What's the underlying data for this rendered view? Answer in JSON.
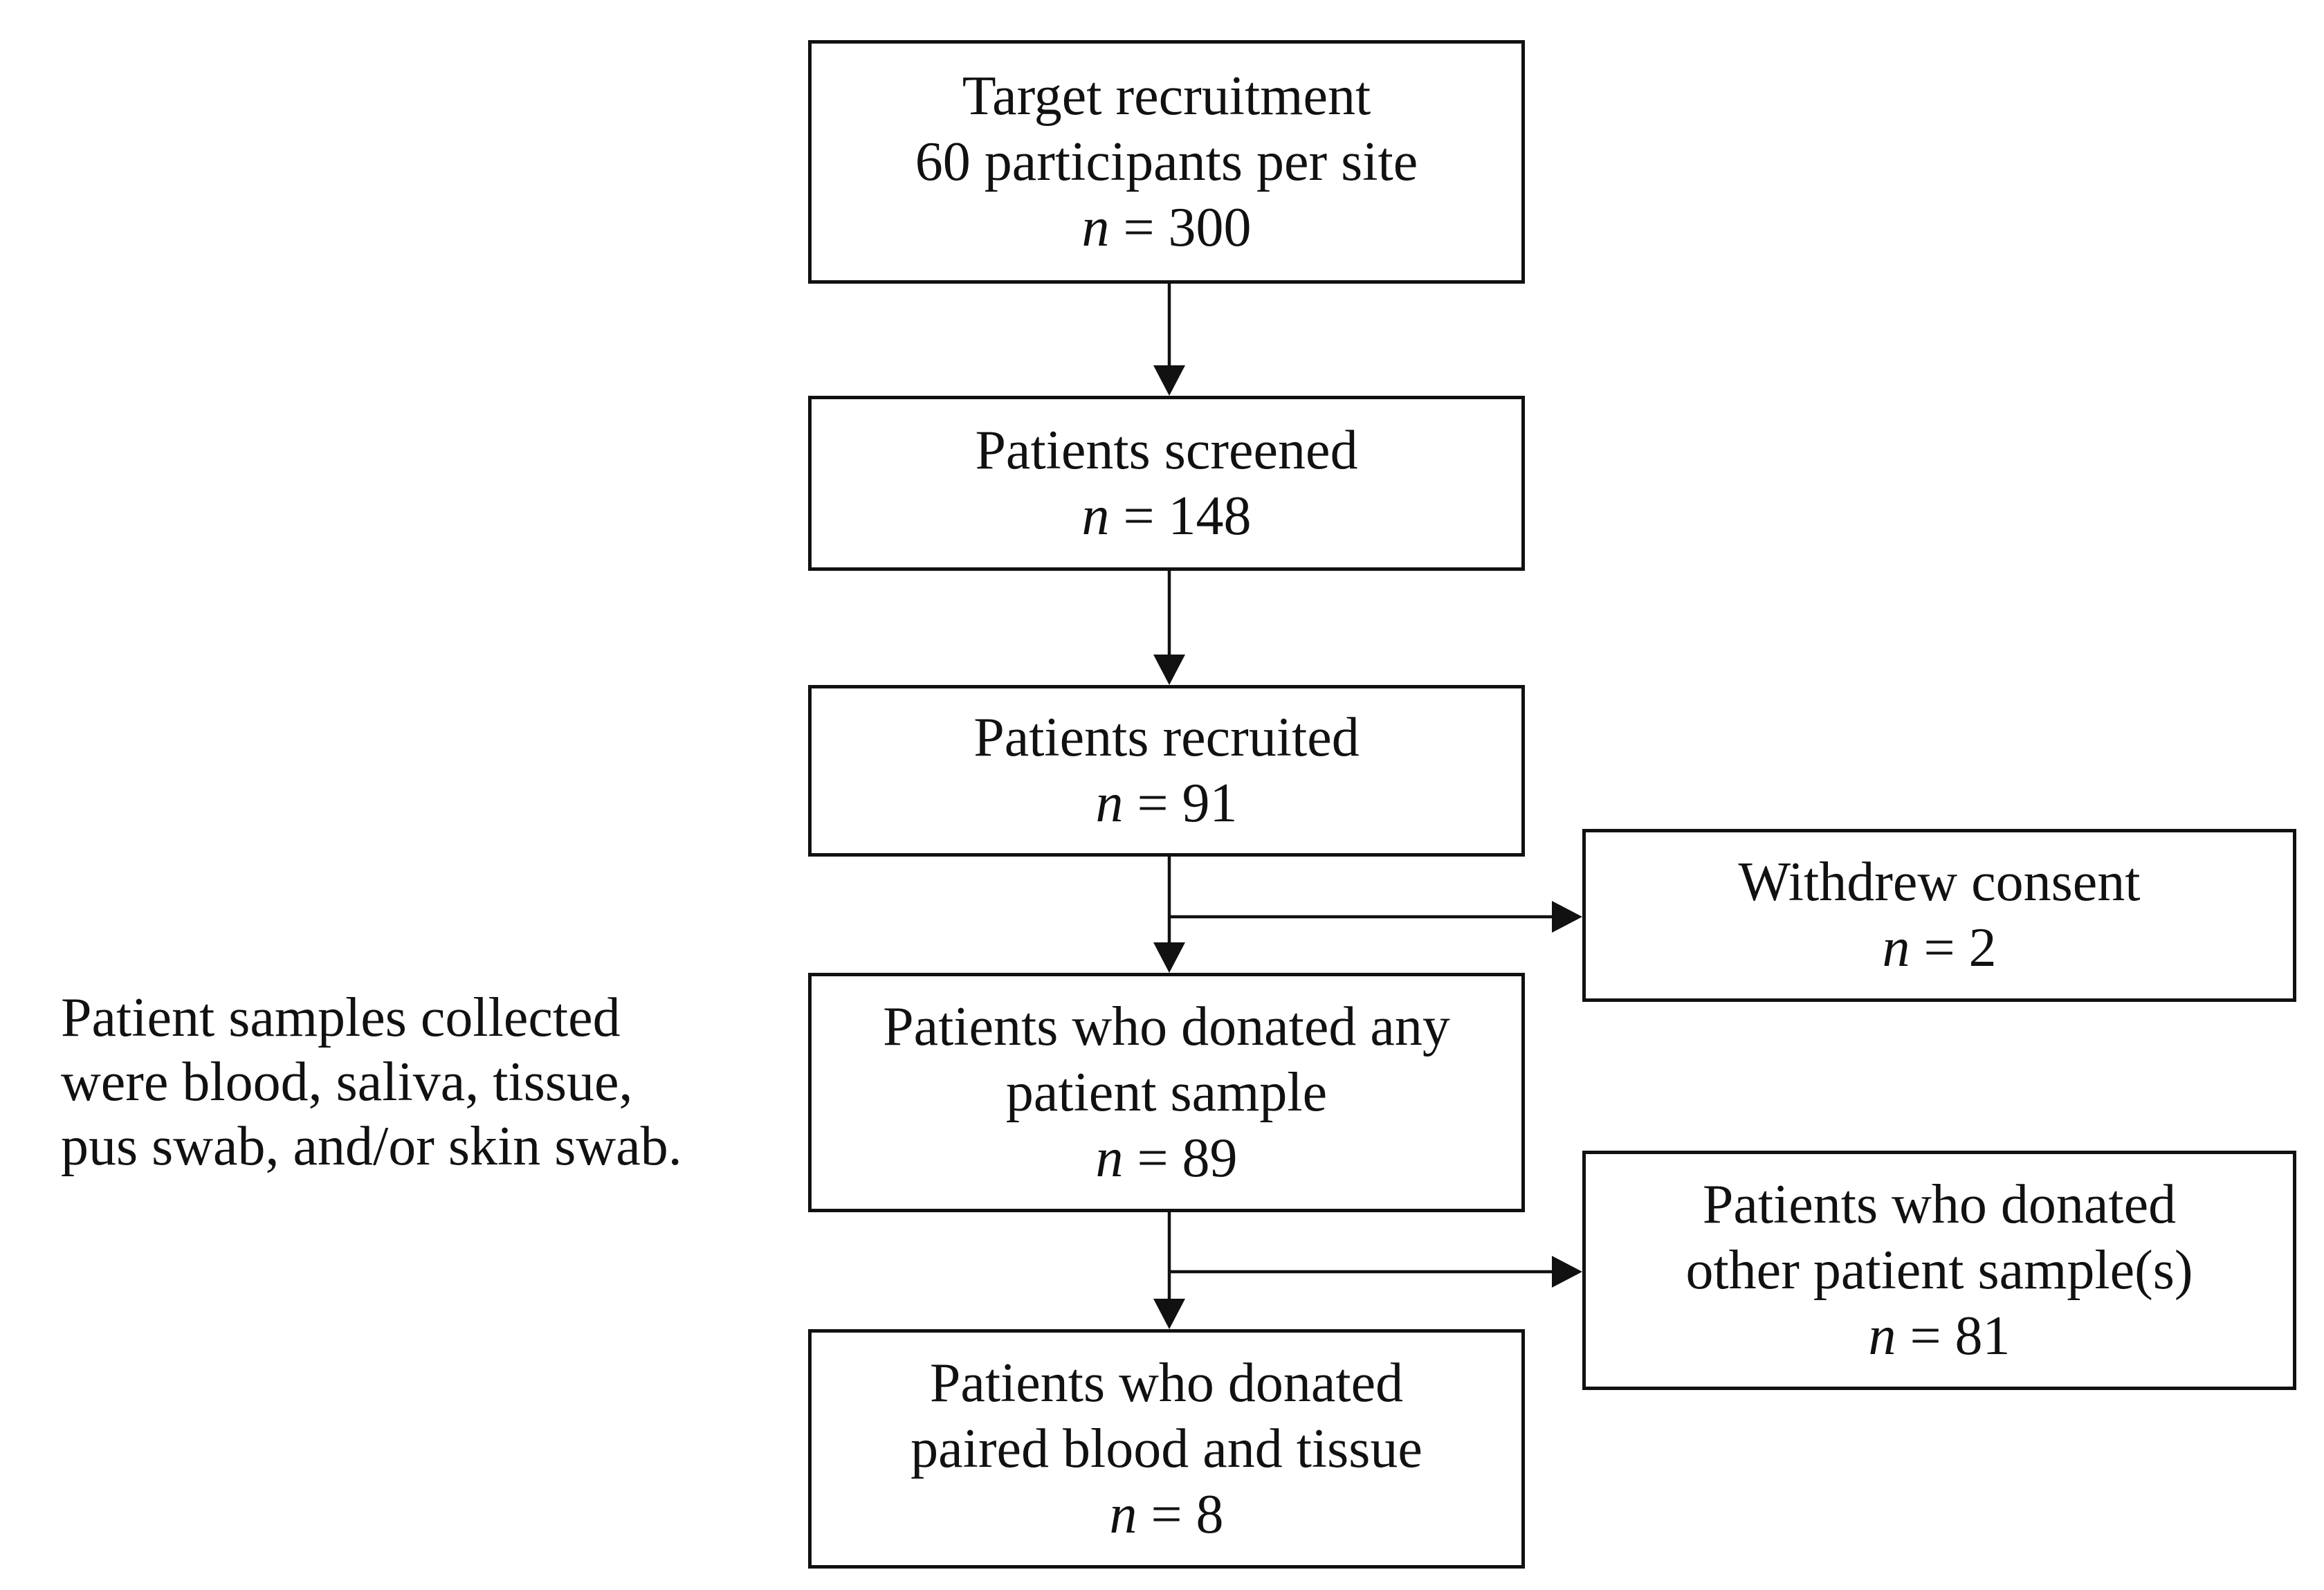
{
  "boxes": {
    "target": {
      "line1": "Target recruitment",
      "line2": "60 participants per site",
      "n_var": "n",
      "n_value": "= 300"
    },
    "screened": {
      "line1": "Patients screened",
      "n_var": "n",
      "n_value": "= 148"
    },
    "recruited": {
      "line1": "Patients recruited",
      "n_var": "n",
      "n_value": "= 91"
    },
    "withdrew": {
      "line1": "Withdrew consent",
      "n_var": "n",
      "n_value": "= 2"
    },
    "donated_any": {
      "line1": "Patients who donated any",
      "line2": "patient sample",
      "n_var": "n",
      "n_value": "= 89"
    },
    "donated_other": {
      "line1": "Patients who donated",
      "line2": "other patient sample(s)",
      "n_var": "n",
      "n_value": "= 81"
    },
    "donated_paired": {
      "line1": "Patients who donated",
      "line2": "paired blood and tissue",
      "n_var": "n",
      "n_value": "= 8"
    }
  },
  "note": {
    "line1": "Patient samples collected",
    "line2": "were blood, saliva, tissue,",
    "line3": "pus swab, and/or skin swab."
  }
}
